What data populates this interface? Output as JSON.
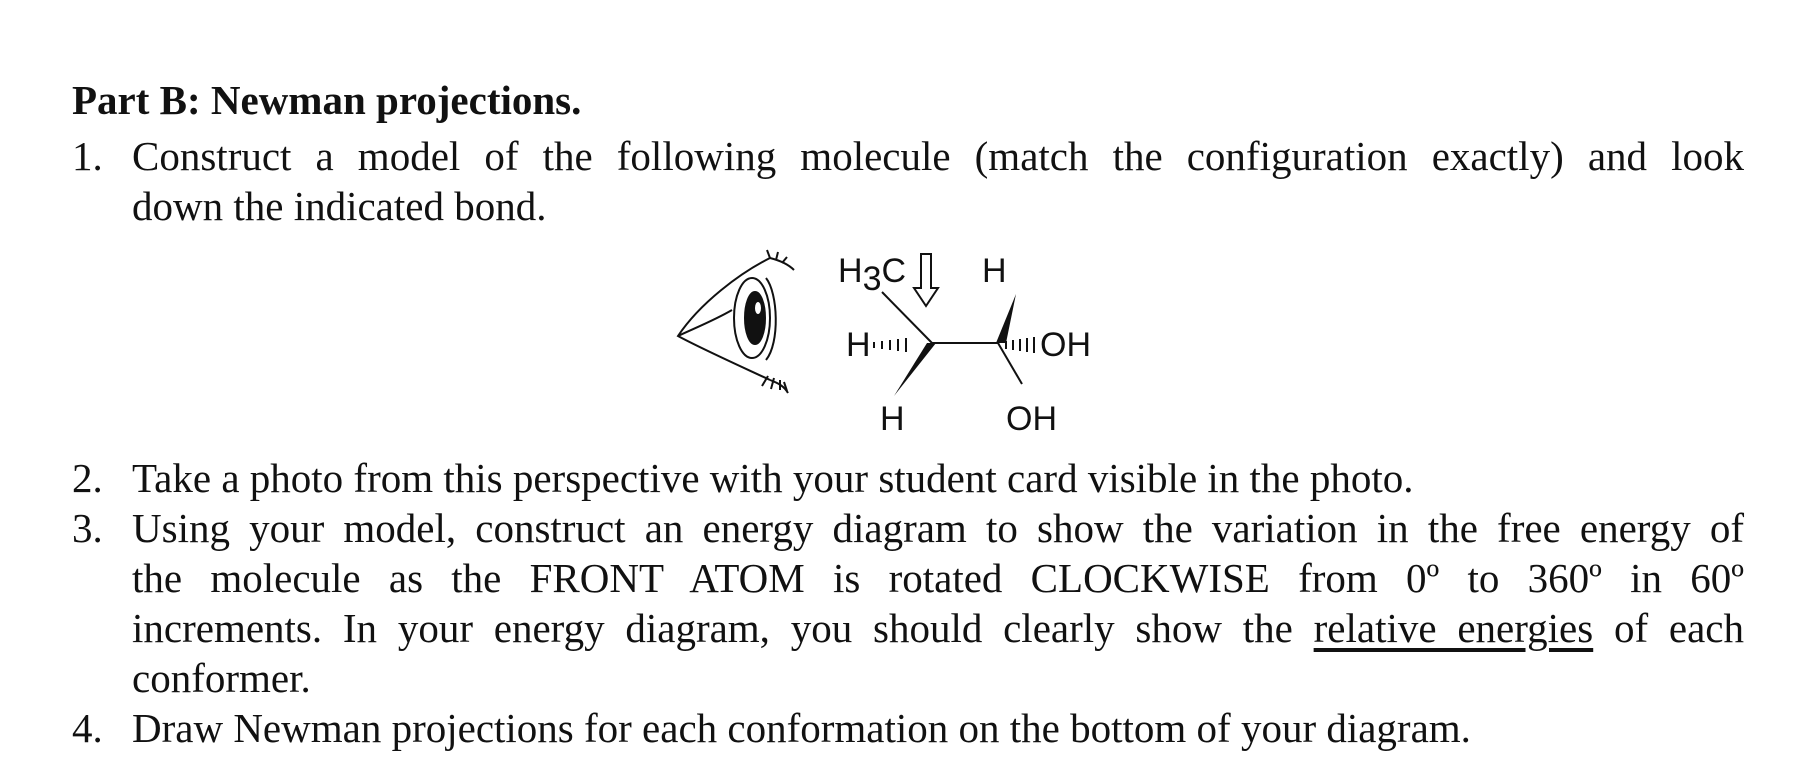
{
  "part": {
    "heading": "Part B: Newman projections."
  },
  "items": [
    {
      "number": "1.",
      "line1": "Construct a model of the following molecule (match the configuration exactly) and look",
      "line2": "down the indicated bond."
    },
    {
      "number": "2.",
      "text": "Take a photo from this perspective with your student card visible in the photo."
    },
    {
      "number": "3.",
      "line1": "Using your model, construct an energy diagram to show the variation in the free energy of",
      "line2": "the molecule as the FRONT ATOM is rotated CLOCKWISE from 0º to 360º in 60º",
      "line3_pre": "increments. In your energy diagram, you should clearly show the ",
      "line3_underlined": "relative energies",
      "line3_post": " of each",
      "line4": "conformer."
    },
    {
      "number": "4.",
      "text": "Draw Newman projections for each conformation on the bottom of your diagram."
    }
  ],
  "molecule": {
    "labels": {
      "h3c_main": "H",
      "h3c_sub": "3",
      "h3c_end": "C",
      "h_top_right": "H",
      "h_left_hash": "H",
      "oh_right_hash": "OH",
      "h_bottom_left": "H",
      "oh_bottom_right": "OH"
    },
    "icons": [
      "eye-icon",
      "down-arrow-icon"
    ]
  }
}
